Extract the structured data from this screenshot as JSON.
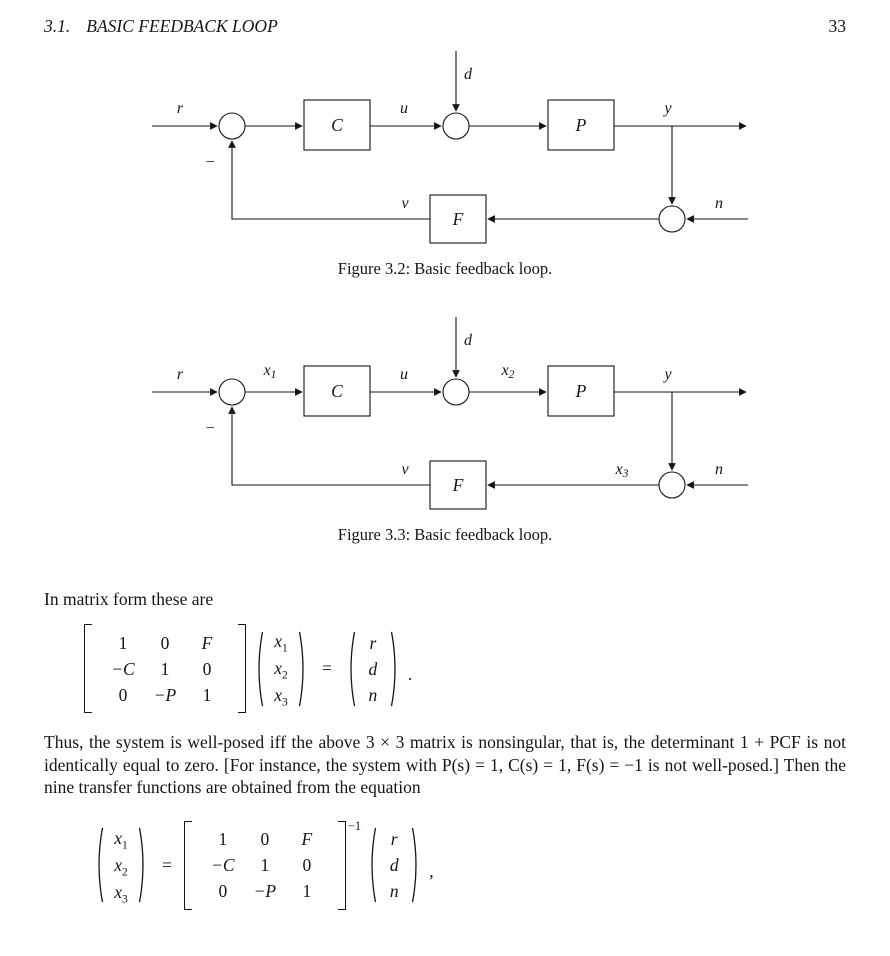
{
  "header": {
    "section_number": "3.1.",
    "section_title": "BASIC FEEDBACK LOOP",
    "page_number": "33"
  },
  "fig32": {
    "caption": "Figure 3.2: Basic feedback loop.",
    "r": "r",
    "minus": "−",
    "C": "C",
    "u": "u",
    "d": "d",
    "P": "P",
    "y": "y",
    "v": "v",
    "F": "F",
    "n": "n"
  },
  "fig33": {
    "caption": "Figure 3.3: Basic feedback loop.",
    "r": "r",
    "minus": "−",
    "C": "C",
    "u": "u",
    "d": "d",
    "P": "P",
    "y": "y",
    "v": "v",
    "F": "F",
    "n": "n",
    "x1": {
      "base": "x",
      "sub": "1"
    },
    "x2": {
      "base": "x",
      "sub": "2"
    },
    "x3": {
      "base": "x",
      "sub": "3"
    }
  },
  "text": {
    "intro": "In matrix form these are",
    "paragraph": "Thus, the system is well-posed iff the above 3 × 3 matrix is nonsingular, that is, the determinant 1 + PCF is not identically equal to zero. [For instance, the system with P(s) = 1, C(s) = 1, F(s) = −1 is not well-posed.] Then the nine transfer functions are obtained from the equation"
  },
  "eq1": {
    "matrix": [
      [
        "1",
        "0",
        "F"
      ],
      [
        "−C",
        "1",
        "0"
      ],
      [
        "0",
        "−P",
        "1"
      ]
    ],
    "x": [
      {
        "base": "x",
        "sub": "1"
      },
      {
        "base": "x",
        "sub": "2"
      },
      {
        "base": "x",
        "sub": "3"
      }
    ],
    "equals": "=",
    "rhs": [
      "r",
      "d",
      "n"
    ],
    "punct": "."
  },
  "eq2": {
    "x": [
      {
        "base": "x",
        "sub": "1"
      },
      {
        "base": "x",
        "sub": "2"
      },
      {
        "base": "x",
        "sub": "3"
      }
    ],
    "equals": "=",
    "matrix": [
      [
        "1",
        "0",
        "F"
      ],
      [
        "−C",
        "1",
        "0"
      ],
      [
        "0",
        "−P",
        "1"
      ]
    ],
    "exponent": "−1",
    "rhs": [
      "r",
      "d",
      "n"
    ],
    "punct": ","
  }
}
